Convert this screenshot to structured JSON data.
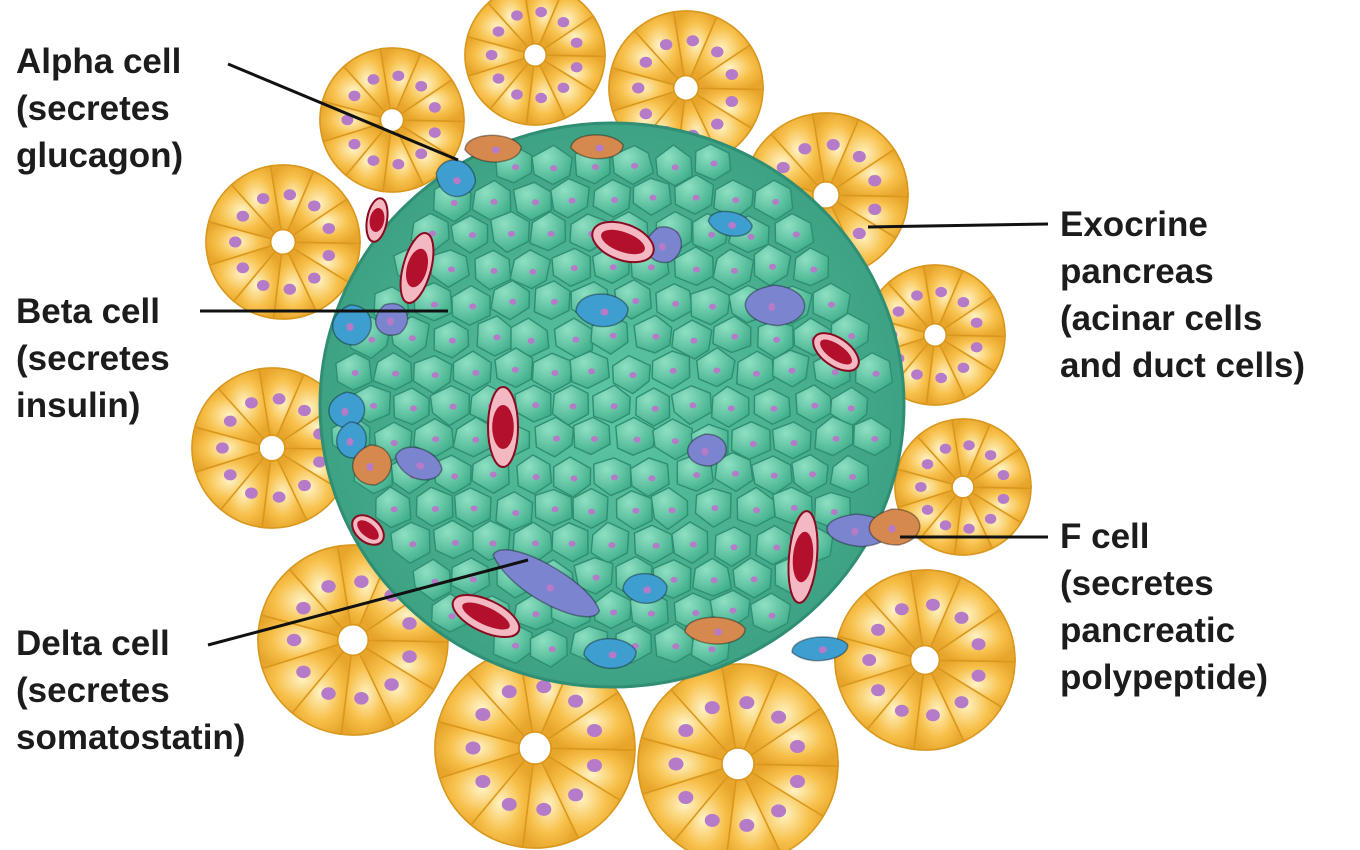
{
  "colors": {
    "acinar_fill": "#f7c04a",
    "acinar_light": "#fde7a4",
    "acinar_edge": "#d9971d",
    "nucleus": "#b57ac8",
    "beta_fill": "#4fbf9c",
    "beta_edge": "#2f8e73",
    "alpha_fill": "#3f9ed0",
    "delta_fill": "#7b84cf",
    "f_fill": "#d6894e",
    "capillary": "#b3102c",
    "capillary_rim": "#f3b8c2",
    "leader": "#111111"
  },
  "labels": {
    "alpha": {
      "line1": "Alpha cell",
      "line2": "(secretes",
      "line3": "glucagon)"
    },
    "beta": {
      "line1": "Beta cell",
      "line2": "(secretes",
      "line3": "insulin)"
    },
    "delta": {
      "line1": "Delta cell",
      "line2": "(secretes",
      "line3": "somatostatin)"
    },
    "exocrine": {
      "line1": "Exocrine",
      "line2": "pancreas",
      "line3": "(acinar cells",
      "line4": "and duct cells)"
    },
    "f": {
      "line1": "F cell",
      "line2": "(secretes",
      "line3": "pancreatic",
      "line4": "polypeptide)"
    }
  }
}
